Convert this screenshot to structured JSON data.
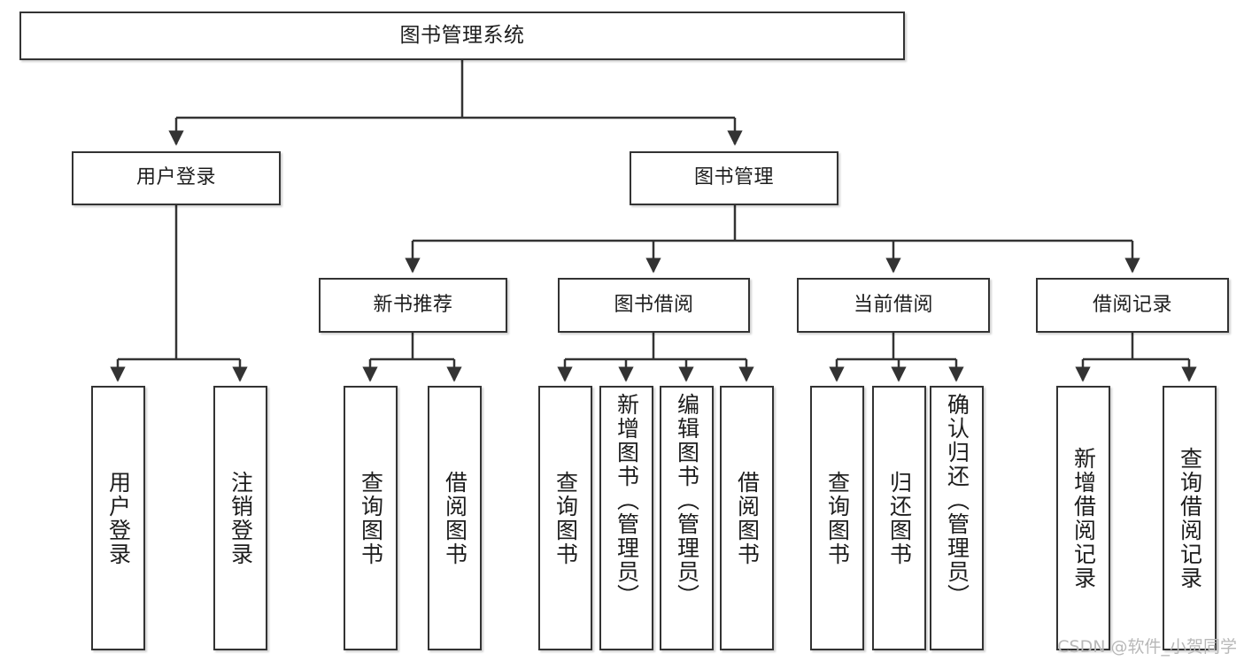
{
  "diagram": {
    "title": "图书管理系统",
    "type": "hierarchy-tree",
    "watermark": "CSDN @软件_小贺同学",
    "root": {
      "id": "root",
      "label": "图书管理系统"
    },
    "level2": [
      {
        "id": "user-login",
        "label": "用户登录"
      },
      {
        "id": "book-management",
        "label": "图书管理"
      }
    ],
    "level3": [
      {
        "id": "new-book-recommend",
        "label": "新书推荐"
      },
      {
        "id": "book-borrow",
        "label": "图书借阅"
      },
      {
        "id": "current-borrow",
        "label": "当前借阅"
      },
      {
        "id": "borrow-record",
        "label": "借阅记录"
      }
    ],
    "leaves": {
      "user_login": [
        {
          "id": "leaf-user-login",
          "label": "用户登录"
        },
        {
          "id": "leaf-logout-login",
          "label": "注销登录"
        }
      ],
      "new_book_recommend": [
        {
          "id": "leaf-query-book-1",
          "label": "查询图书"
        },
        {
          "id": "leaf-borrow-book-1",
          "label": "借阅图书"
        }
      ],
      "book_borrow": [
        {
          "id": "leaf-query-book-2",
          "label": "查询图书"
        },
        {
          "id": "leaf-add-book",
          "label": "新增图书（管理员）"
        },
        {
          "id": "leaf-edit-book",
          "label": "编辑图书（管理员）"
        },
        {
          "id": "leaf-borrow-book-2",
          "label": "借阅图书"
        }
      ],
      "current_borrow": [
        {
          "id": "leaf-query-book-3",
          "label": "查询图书"
        },
        {
          "id": "leaf-return-book",
          "label": "归还图书"
        },
        {
          "id": "leaf-confirm-return",
          "label": "确认归还（管理员）"
        }
      ],
      "borrow_record": [
        {
          "id": "leaf-add-record",
          "label": "新增借阅记录"
        },
        {
          "id": "leaf-query-record",
          "label": "查询借阅记录"
        }
      ]
    },
    "colors": {
      "stroke": "#333333",
      "fill": "#ffffff",
      "text": "#1d1d1d",
      "watermark": "#b8b8b8"
    }
  }
}
